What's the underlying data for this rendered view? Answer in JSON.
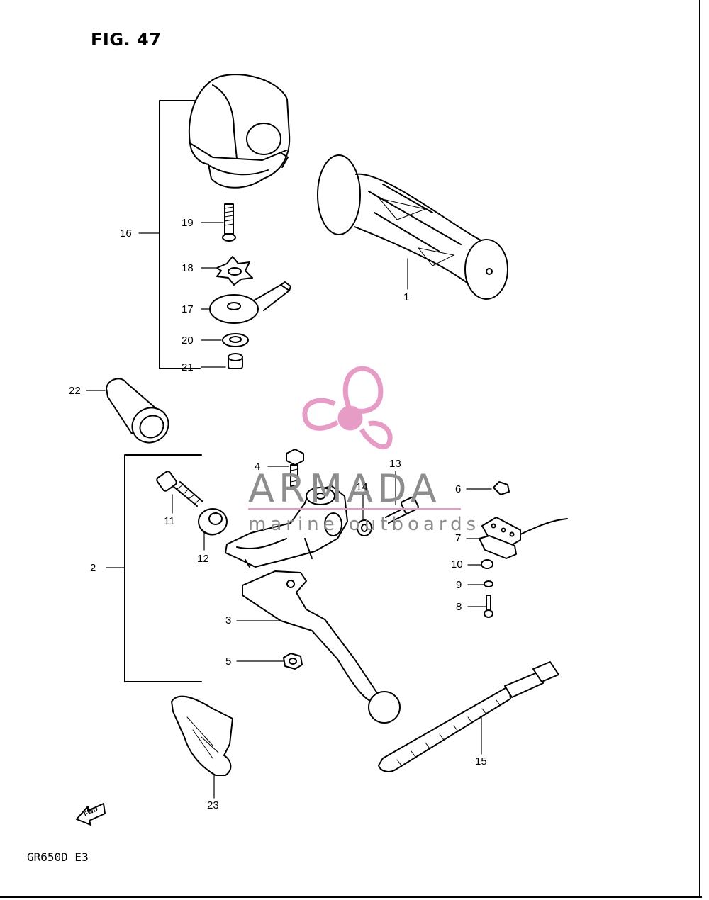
{
  "figure": {
    "title": "FIG. 47",
    "model_code": "GR650D E3"
  },
  "watermark": {
    "brand": "ARMADA",
    "subtitle": "marine outboards",
    "color": "#e79cc6"
  },
  "callouts": {
    "p1": "1",
    "p2": "2",
    "p3": "3",
    "p4": "4",
    "p5": "5",
    "p6": "6",
    "p7": "7",
    "p8": "8",
    "p9": "9",
    "p10": "10",
    "p11": "11",
    "p12": "12",
    "p13": "13",
    "p14": "14",
    "p15": "15",
    "p16": "16",
    "p17": "17",
    "p18": "18",
    "p19": "19",
    "p20": "20",
    "p21": "21",
    "p22": "22",
    "p23": "23"
  },
  "fwd_arrow": "FWD"
}
